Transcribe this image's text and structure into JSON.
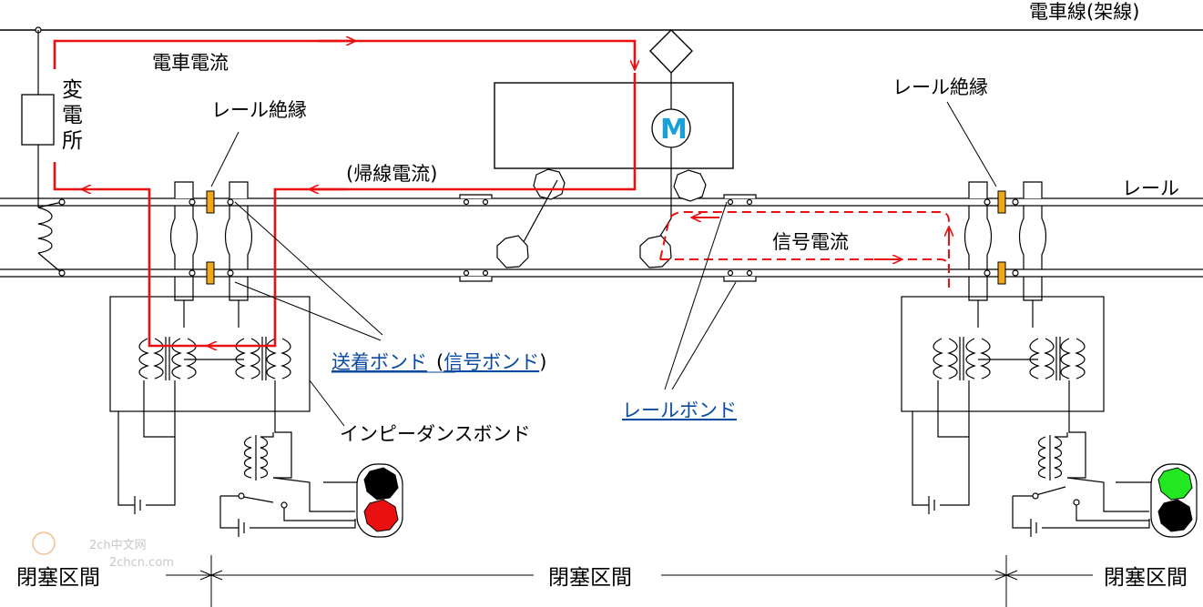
{
  "labels": {
    "overhead_wire": "電車線(架線)",
    "train_current": "電車電流",
    "substation_chars": [
      "変",
      "電",
      "所"
    ],
    "return_current": "(帰線電流)",
    "rail_insulation_left": "レール絶縁",
    "rail_insulation_right": "レール絶縁",
    "rail": "レール",
    "signal_current": "信号電流",
    "motor": "M",
    "impedance_bond": "インピーダンスボンド",
    "block_left": "閉塞区間",
    "block_center": "閉塞区間",
    "block_right": "閉塞区間"
  },
  "links": {
    "feed_bond": "送着ボンド",
    "signal_bond_open": "(",
    "signal_bond": "信号ボンド",
    "signal_bond_close": ")",
    "rail_bond": "レールボンド"
  },
  "watermark": {
    "line1": "2ch中文网",
    "line2": "2chcn.com"
  },
  "colors": {
    "train_current": "#e81010",
    "signal_current": "#e81010",
    "insulator": "#f0a818",
    "link": "#0a4aa0",
    "motor": "#1aa0d8",
    "signal_left_top": "#000000",
    "signal_left_bottom": "#e81010",
    "signal_right_top": "#22e822",
    "signal_right_bottom": "#000000"
  },
  "icons": {
    "substation": "resistor-box-icon",
    "motor": "motor-icon",
    "pantograph": "pantograph-icon",
    "signal_left": "signal-red-icon",
    "signal_right": "signal-green-icon",
    "battery": "battery-icon",
    "relay": "relay-coil-icon"
  }
}
